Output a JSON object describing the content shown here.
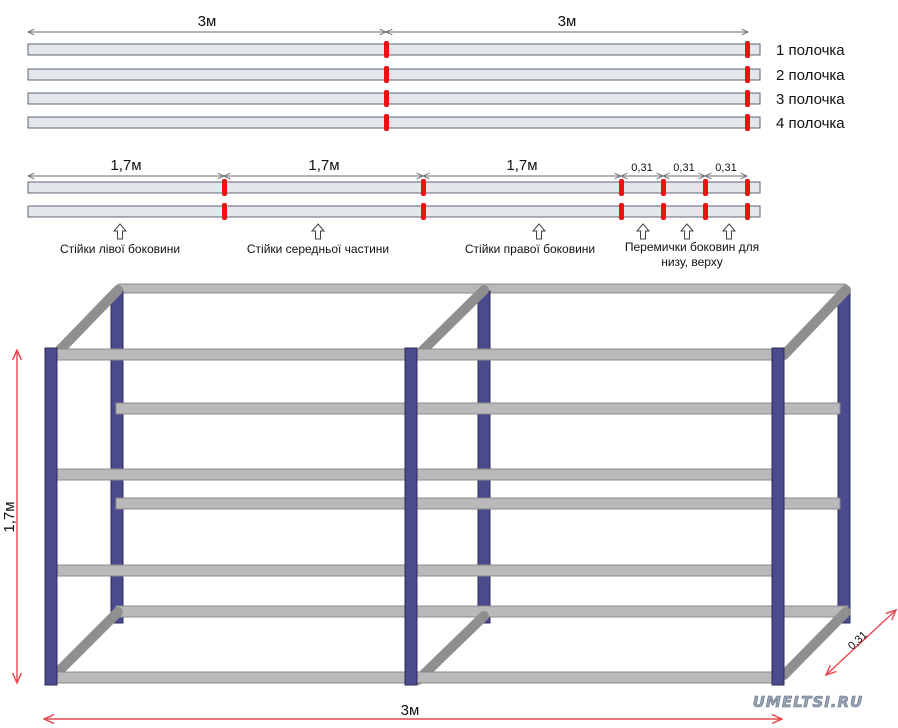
{
  "top_cut": {
    "dims": [
      "3м",
      "3м"
    ],
    "labels": [
      "1 полочка",
      "2 полочка",
      "3 полочка",
      "4 полочка"
    ]
  },
  "second_cut": {
    "dims": [
      "1,7м",
      "1,7м",
      "1,7м",
      "0,31",
      "0,31",
      "0,31"
    ],
    "captions": [
      "Стійки лівої боковини",
      "Стійки середньої частини",
      "Стійки правої боковини"
    ],
    "jumper_caption": [
      "Перемички боковин для",
      "низу, верху"
    ]
  },
  "frame": {
    "height_label": "1,7м",
    "length_label": "3м",
    "depth_label": "0,31"
  },
  "watermark": "UMELTSI.RU",
  "colors": {
    "bar_fill": "#e3e7ec",
    "bar_stroke": "#5e6570",
    "cut_mark": "#ee1111",
    "post": "#4a4a8c",
    "shelf": "#b9b9b9",
    "dim_red": "#e8484f",
    "watermark": "#9aa6b6"
  }
}
